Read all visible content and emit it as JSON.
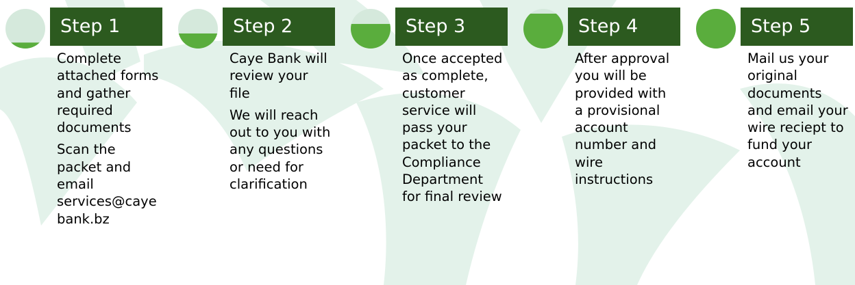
{
  "colors": {
    "title_bar": "#2c5a1f",
    "gauge_fill": "#5aad3d",
    "gauge_empty": "#d5e9dc",
    "background_palm": "#e3f2ea"
  },
  "steps": [
    {
      "title": "Step 1",
      "fill_fraction": 0.15,
      "paragraphs": [
        "Complete attached forms and gather required documents",
        "Scan the packet and email services@cayebank.bz"
      ]
    },
    {
      "title": "Step 2",
      "fill_fraction": 0.38,
      "paragraphs": [
        "Caye Bank will review your file",
        "We will reach out to you with any questions or need for clarification"
      ]
    },
    {
      "title": "Step 3",
      "fill_fraction": 0.62,
      "paragraphs": [
        "Once accepted as complete, customer service will pass your packet to the Compliance Department for final review"
      ]
    },
    {
      "title": "Step 4",
      "fill_fraction": 0.88,
      "paragraphs": [
        "After approval you will be provided with a provisional account number and wire instructions"
      ]
    },
    {
      "title": "Step 5",
      "fill_fraction": 1.0,
      "paragraphs": [
        "Mail us your original documents and email your wire reciept to fund your account"
      ]
    }
  ]
}
